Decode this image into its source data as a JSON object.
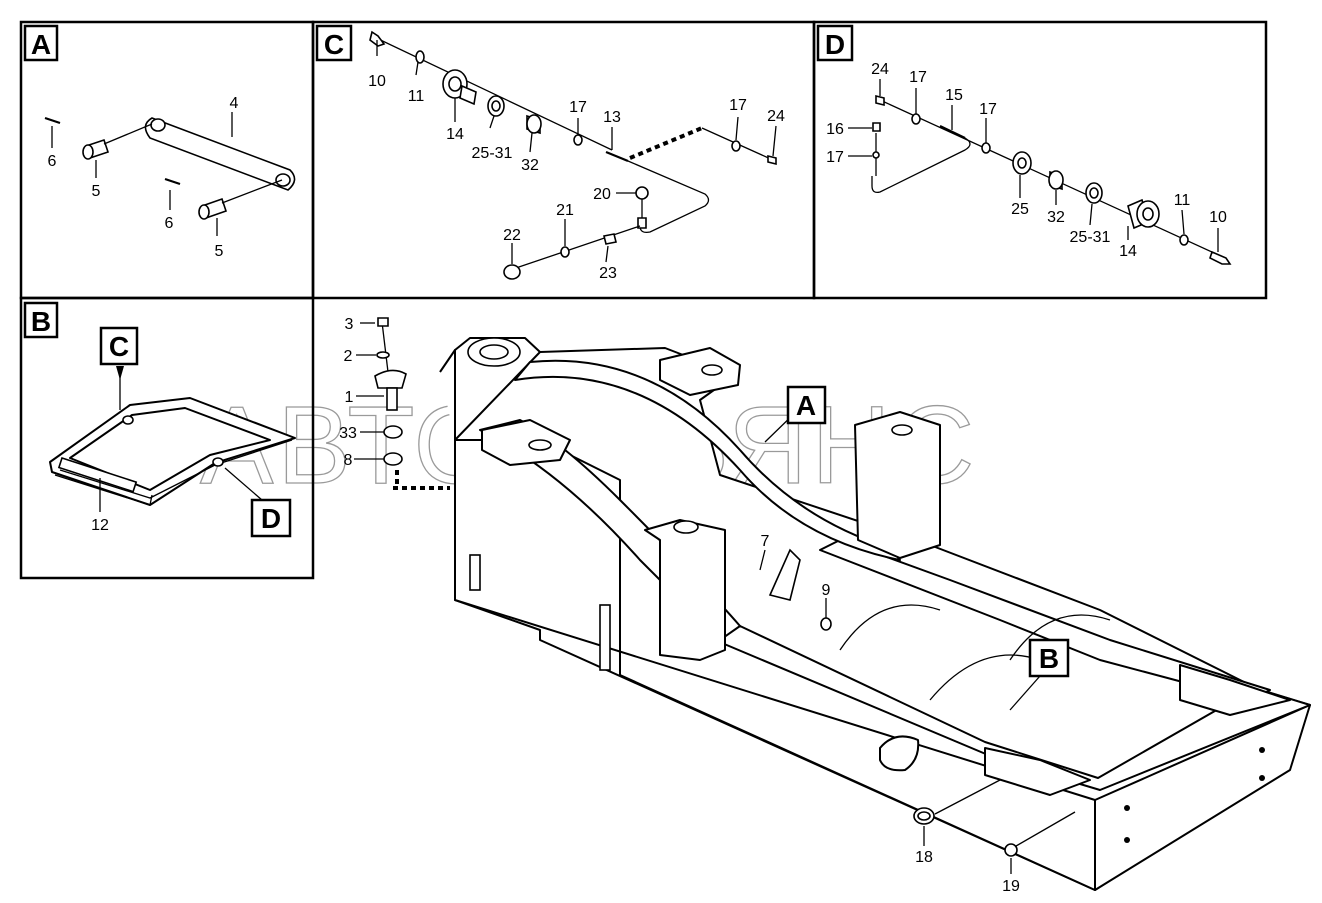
{
  "watermark": "АВТОАЛЬЯНС",
  "panels": {
    "A": {
      "tag": "A",
      "labels": [
        "4",
        "6",
        "5",
        "6",
        "5"
      ]
    },
    "B": {
      "tag": "B",
      "labels": [
        "12"
      ],
      "callouts": [
        "C",
        "D"
      ]
    },
    "C": {
      "tag": "C",
      "labels": [
        "10",
        "11",
        "14",
        "25-31",
        "32",
        "17",
        "13",
        "17",
        "24",
        "20",
        "21",
        "22",
        "23"
      ]
    },
    "D": {
      "tag": "D",
      "labels": [
        "24",
        "17",
        "15",
        "17",
        "16",
        "17",
        "25",
        "32",
        "25-31",
        "14",
        "11",
        "10"
      ]
    }
  },
  "main": {
    "labels": [
      "3",
      "2",
      "1",
      "33",
      "8",
      "7",
      "9",
      "18",
      "19"
    ],
    "callouts": [
      "A",
      "B"
    ]
  }
}
